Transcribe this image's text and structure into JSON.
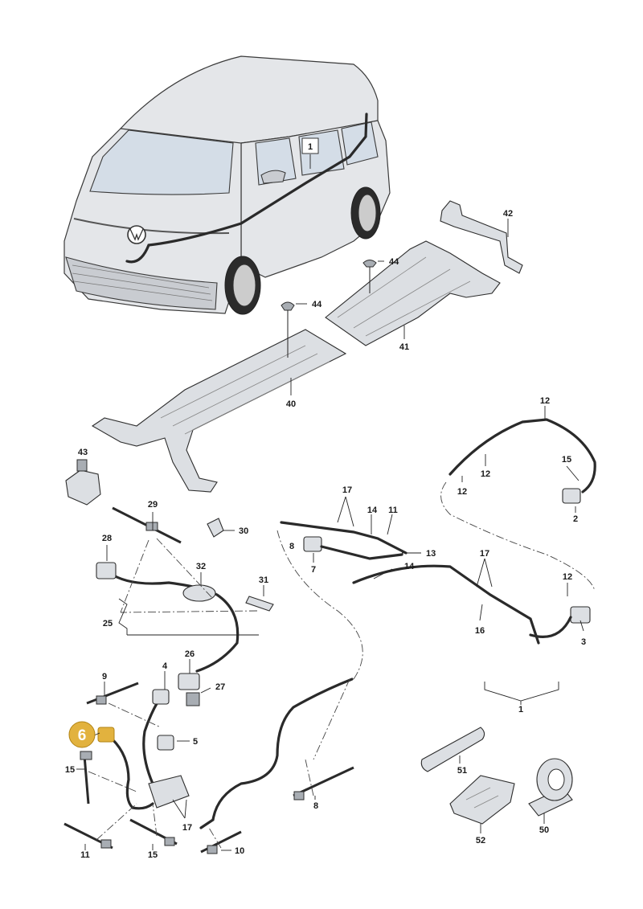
{
  "callouts": {
    "c1_top": "1",
    "c42": "42",
    "c44a": "44",
    "c44b": "44",
    "c41": "41",
    "c40": "40",
    "c43": "43",
    "c12a": "12",
    "c12b": "12",
    "c12c": "12",
    "c12d": "12",
    "c15a": "15",
    "c2": "2",
    "c29": "29",
    "c30": "30",
    "c17a": "17",
    "c14a": "14",
    "c11a": "11",
    "c8a": "8",
    "c13": "13",
    "c7": "7",
    "c14b": "14",
    "c28": "28",
    "c32": "32",
    "c31": "31",
    "c17b": "17",
    "c25": "25",
    "c16": "16",
    "c3": "3",
    "c26": "26",
    "c4": "4",
    "c27": "27",
    "c9": "9",
    "c1_bottom": "1",
    "c6": "6",
    "c5": "5",
    "c15b": "15",
    "c51": "51",
    "c17c": "17",
    "c8b": "8",
    "c11b": "11",
    "c15c": "15",
    "c10": "10",
    "c52": "52",
    "c50": "50"
  },
  "highlight": {
    "part": "6",
    "color": "#e2b23e"
  },
  "colors": {
    "line": "#222222",
    "part_fill": "#dcdfe3",
    "car_body": "#e4e6e9"
  }
}
